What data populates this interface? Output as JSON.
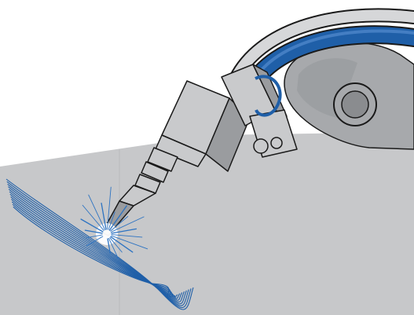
{
  "figure": {
    "subject": "robotic-welding-torch",
    "elements": [
      "workpiece-plate",
      "weld-seam",
      "welding-arc-sparks",
      "welding-torch",
      "torch-nozzle",
      "coolant-hose",
      "cable-hose",
      "robot-arm",
      "robot-joint"
    ]
  },
  "colors": {
    "background": "#ffffff",
    "plate": "#c7c8ca",
    "plate_edge": "#b9babc",
    "robot_arm": "#a7a9ac",
    "robot_arm_dark": "#8a8c8f",
    "torch_body": "#c9cacc",
    "torch_shadow": "#9a9c9f",
    "outline": "#1a1a1a",
    "hose_blue": "#1f5fa8",
    "hose_blue_light": "#4d86c9",
    "cable_grey": "#d6d7d9",
    "seam_blue": "#1f5fa8",
    "spark_blue": "#2d73c2"
  }
}
